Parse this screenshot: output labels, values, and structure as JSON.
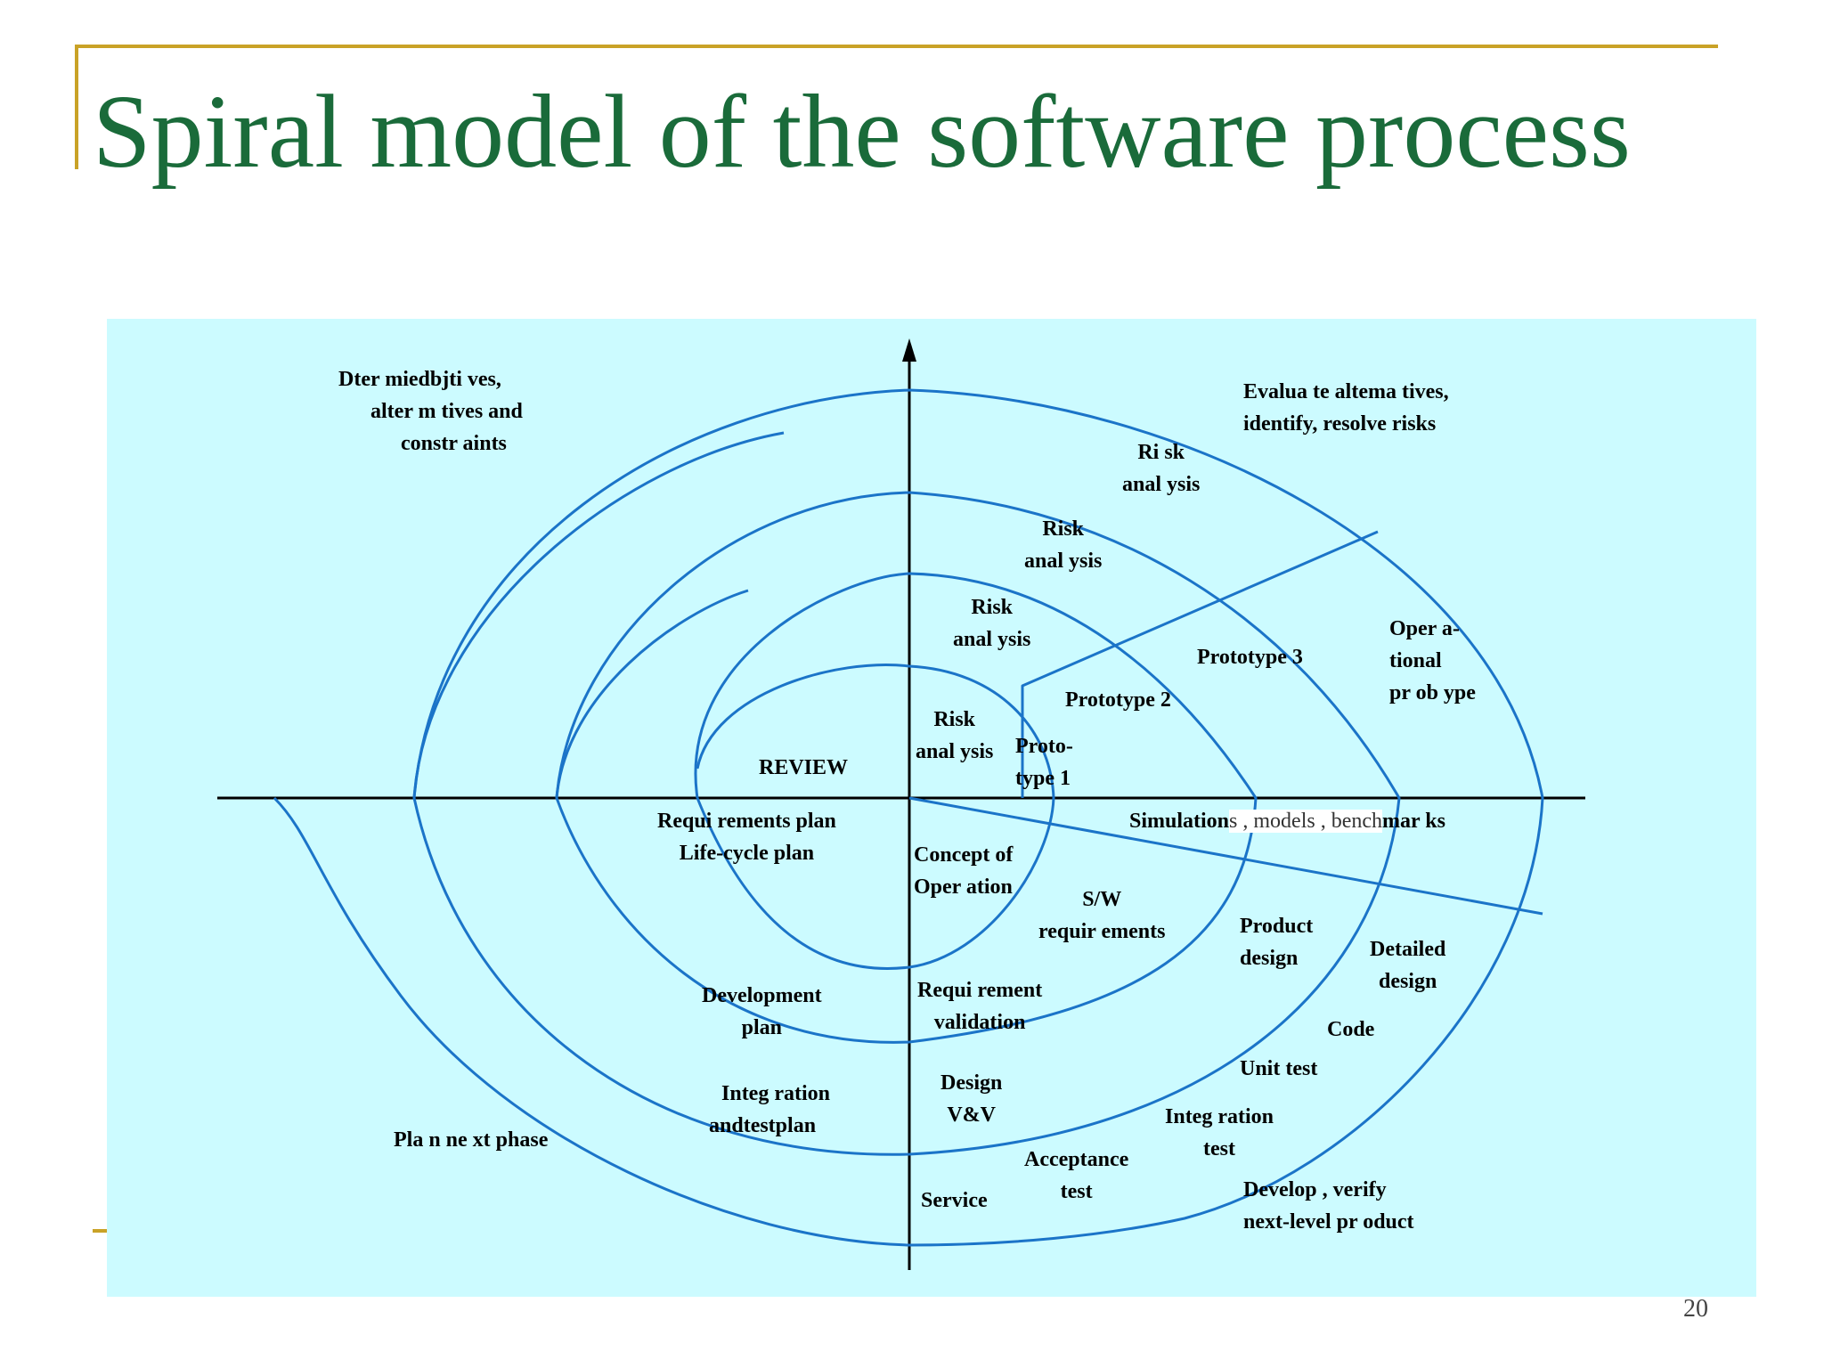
{
  "slide": {
    "title": "Spiral model of the software process",
    "page_number": "20"
  },
  "colors": {
    "title": "#1a6b3a",
    "rule": "#c9a227",
    "panel_background": "#ccfbff",
    "spiral_line": "#1b74c8",
    "axis_line": "#000000"
  },
  "diagram": {
    "quadrant_labels": {
      "top_left": [
        "Dter   miedbjti         ves,",
        "alter m  tives and",
        "constr aints"
      ],
      "top_right": [
        "Evalua te altema   tives,",
        "identify, resolve risks"
      ],
      "bottom_left": "Pla n ne xt phase",
      "bottom_right": [
        "Develop , verify",
        "next-level pr oduct"
      ]
    },
    "risk_analysis": [
      [
        "Ri sk",
        "anal ysis"
      ],
      [
        "Risk",
        "anal ysis"
      ],
      [
        "Risk",
        "anal ysis"
      ],
      [
        "Risk",
        "anal ysis"
      ]
    ],
    "prototypes": {
      "p1": [
        "Proto-",
        "type 1"
      ],
      "p2": "Prototype 2",
      "p3": "Prototype 3",
      "operational": [
        "Oper a-",
        "tional",
        "pr ob ype"
      ]
    },
    "review": "REVIEW",
    "plans": {
      "requirements": [
        "Requi rements plan",
        "Life-cycle plan"
      ],
      "development": [
        "Development",
        "plan"
      ],
      "integration": [
        "Integ ration",
        "andtestplan"
      ]
    },
    "simulations": {
      "part1": "Simulation",
      "highlight": "s , models    , bench",
      "part2": "mar    ks"
    },
    "lower_right": {
      "concept": [
        "Concept of",
        "Oper ation"
      ],
      "sw_req": [
        "S/W",
        "requir   ements"
      ],
      "product_design": [
        "Product",
        "design"
      ],
      "detailed_design": [
        "Detailed",
        "design"
      ],
      "req_validation": [
        "Requi rement",
        "validation"
      ],
      "code": "Code",
      "unit_test": "Unit test",
      "design_vv": [
        "Design",
        "V&V"
      ],
      "integration_test": [
        "Integ ration",
        "test"
      ],
      "acceptance_test": [
        "Acceptance",
        "test"
      ],
      "service": "Service"
    }
  }
}
